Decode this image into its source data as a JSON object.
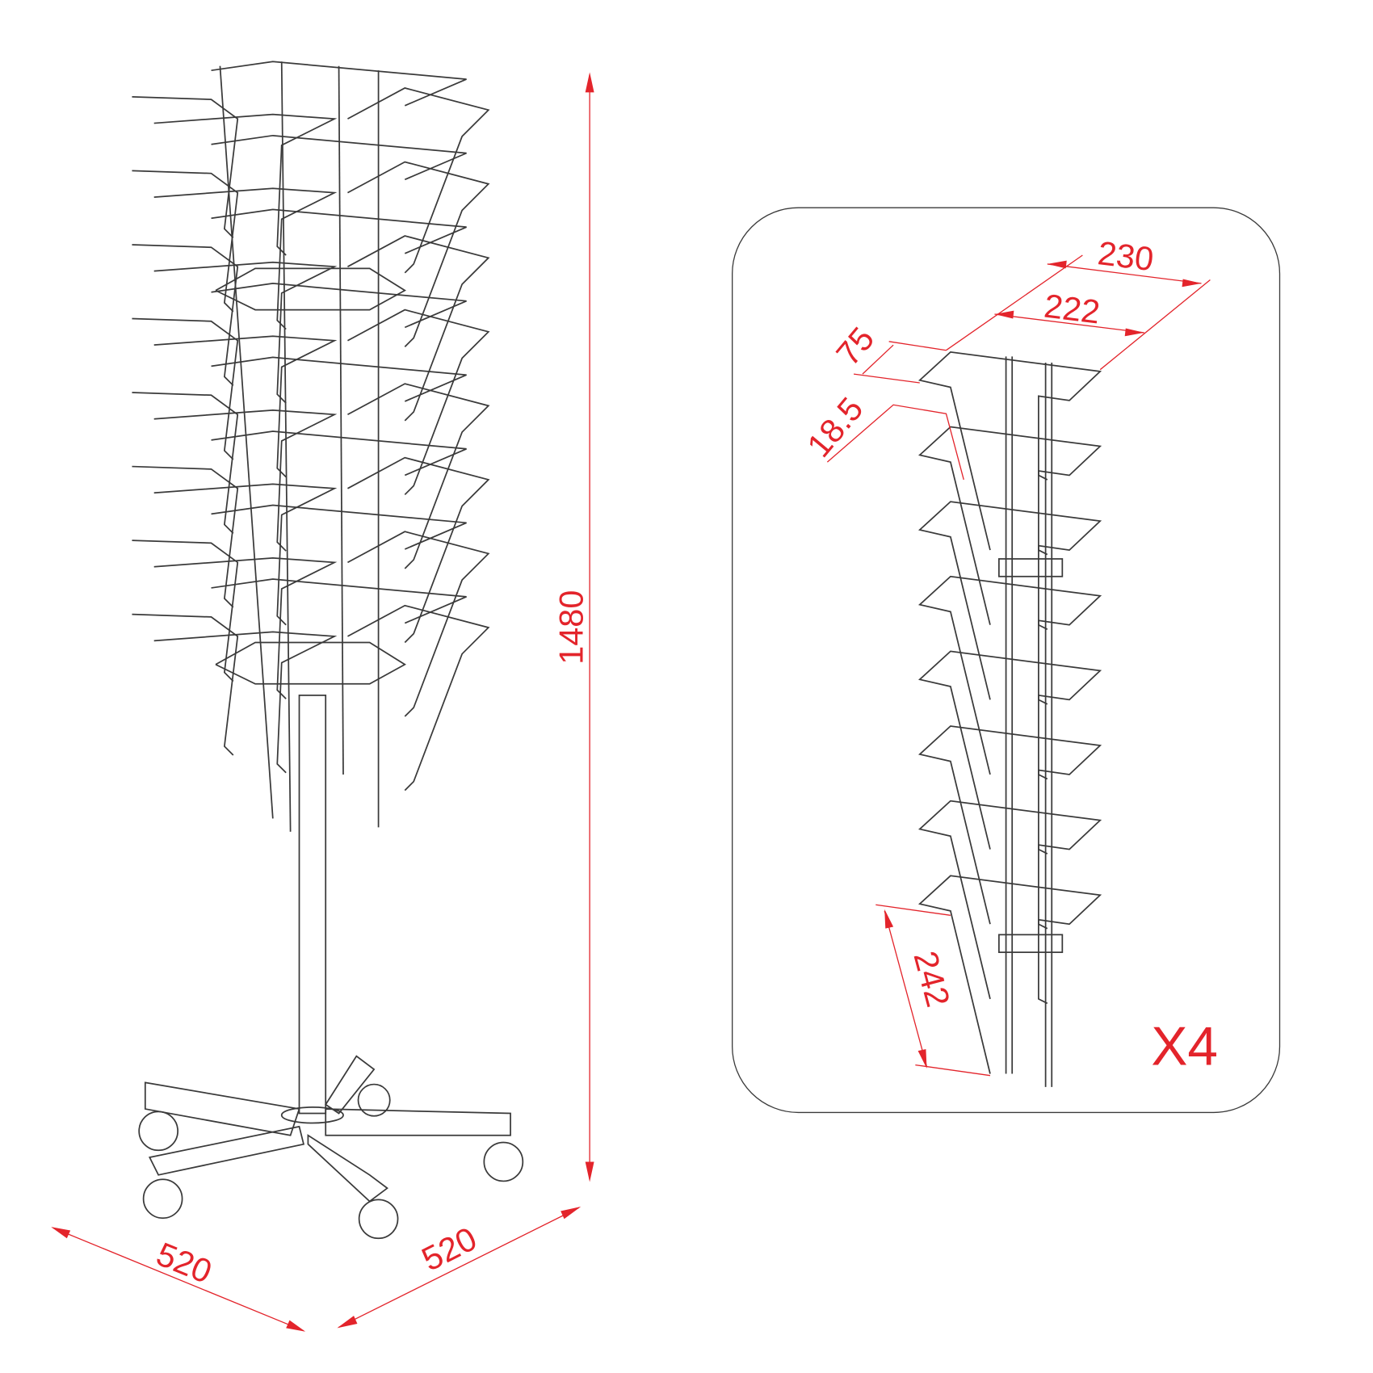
{
  "drawing": {
    "overall_height": "1480",
    "base_width_left": "520",
    "base_width_right": "520",
    "pocket_outer_width": "230",
    "pocket_inner_width": "222",
    "pocket_depth": "75",
    "pocket_spacing": "18.5",
    "pocket_height": "242",
    "quantity": "X4",
    "tiers": 8,
    "dimension_color": "#e3242b",
    "line_color": "#3a3a3a"
  }
}
